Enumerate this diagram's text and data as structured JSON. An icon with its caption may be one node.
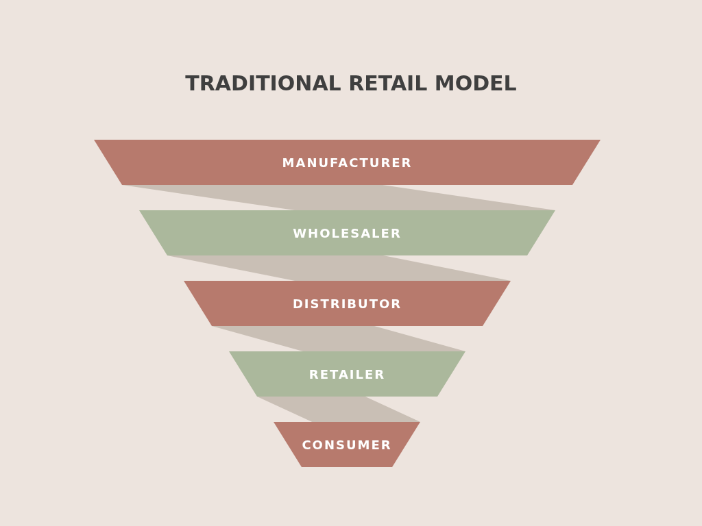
{
  "diagram": {
    "title": "TRADITIONAL RETAIL MODEL",
    "nodes": [
      {
        "text": [
          "MANUFACTURER"
        ]
      },
      {
        "text": [
          "WHOLESALER"
        ]
      },
      {
        "text": [
          "DISTRIBUTOR"
        ]
      },
      {
        "text": [
          "RETAILER"
        ]
      },
      {
        "text": [
          "CONSUMER"
        ]
      }
    ],
    "edges": [
      {
        "from": 0,
        "to": 1,
        "arrow": "none"
      },
      {
        "from": 1,
        "to": 2,
        "arrow": "none"
      },
      {
        "from": 2,
        "to": 3,
        "arrow": "none"
      },
      {
        "from": 3,
        "to": 4,
        "arrow": "none"
      }
    ]
  }
}
